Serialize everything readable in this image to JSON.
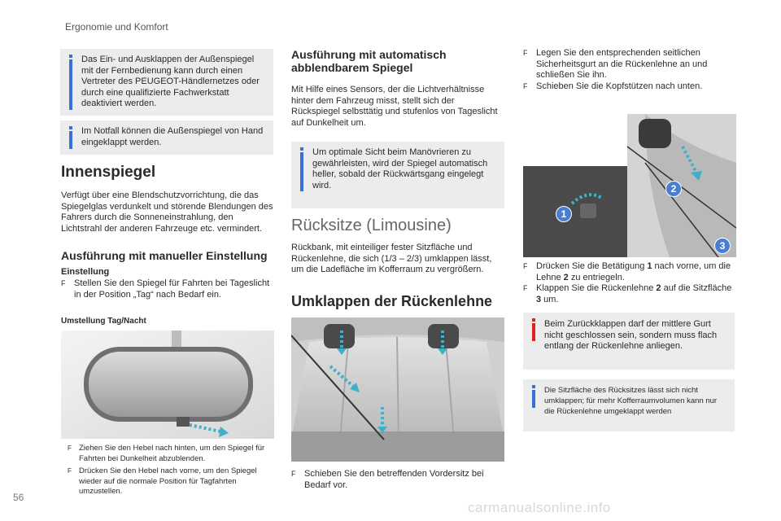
{
  "header": {
    "section": "Ergonomie und Komfort"
  },
  "page_number": "56",
  "watermark": "carmanualsonline.info",
  "col1": {
    "info1": "Das Ein- und Ausklappen der Außenspiegel mit der Fernbedienung kann durch einen Vertreter des PEUGEOT-Händlernetzes oder durch eine qualifizierte Fachwerkstatt deaktiviert werden.",
    "info2": "Im Notfall können die Außenspiegel von Hand eingeklappt werden.",
    "title": "Innenspiegel",
    "intro": "Verfügt über eine Blendschutzvorrichtung, die das Spiegelglas verdunkelt und störende Blendungen des Fahrers durch die Sonneneinstrahlung, den Lichtstrahl der anderen Fahrzeuge etc. vermindert.",
    "manual_title": "Ausführung mit manueller Einstellung",
    "einstellung_label": "Einstellung",
    "einstellung_step": "Stellen Sie den Spiegel für Fahrten bei Tageslicht in der Position „Tag“ nach Bedarf ein.",
    "daynight_label": "Umstellung Tag/Nacht",
    "step_night": "Ziehen Sie den Hebel nach hinten, um den Spiegel für Fahrten bei Dunkelheit abzublenden.",
    "step_day": "Drücken Sie den Hebel nach vorne, um den Spiegel wieder auf die normale Position für Tagfahrten umzustellen."
  },
  "col2": {
    "auto_title": "Ausführung mit automatisch abblendbarem Spiegel",
    "auto_text": "Mit Hilfe eines Sensors, der die Lichtverhältnisse hinter dem Fahrzeug misst, stellt sich der Rückspiegel selbsttätig und stufenlos von Tageslicht auf Dunkelheit um.",
    "auto_info": "Um optimale Sicht beim Manövrieren zu gewährleisten, wird der Spiegel automatisch heller, sobald der Rückwärtsgang eingelegt wird.",
    "rear_title": "Rücksitze (Limousine)",
    "rear_text": "Rückbank, mit einteiliger fester Sitzfläche und Rückenlehne, die sich (1/3 – 2/3) umklappen lässt, um die Ladefläche im Kofferraum zu vergrößern.",
    "fold_title": "Umklappen der Rückenlehne",
    "fold_step": "Schieben Sie den betreffenden Vordersitz bei Bedarf vor."
  },
  "col3": {
    "step_belt": "Legen Sie den entsprechenden seitlichen Sicherheitsgurt an die Rückenlehne an und schließen Sie ihn.",
    "step_headrest": "Schieben Sie die Kopfstützen nach unten.",
    "step_press_pre": "Drücken Sie die Betätigung ",
    "step_press_num": "1",
    "step_press_mid": " nach vorne, um die Lehne ",
    "step_press_num2": "2",
    "step_press_post": " zu entriegeln.",
    "step_fold_pre": "Klappen Sie die Rückenlehne ",
    "step_fold_num": "2",
    "step_fold_mid": " auf die Sitzfläche ",
    "step_fold_num2": "3",
    "step_fold_post": " um.",
    "warning": "Beim Zurückklappen darf der mittlere Gurt nicht geschlossen sein, sondern muss flach entlang der Rückenlehne anliegen.",
    "info": "Die Sitzfläche des Rücksitzes lässt sich nicht umklappen; für mehr Kofferraumvolumen kann nur die Rückenlehne umgeklappt werden",
    "callouts": [
      "1",
      "2",
      "3"
    ]
  },
  "bullet_symbol": "F",
  "colors": {
    "info_icon": "#3b6fd6",
    "warning_icon": "#e02020",
    "callout": "#4a7fd0",
    "box": "#ececec"
  }
}
